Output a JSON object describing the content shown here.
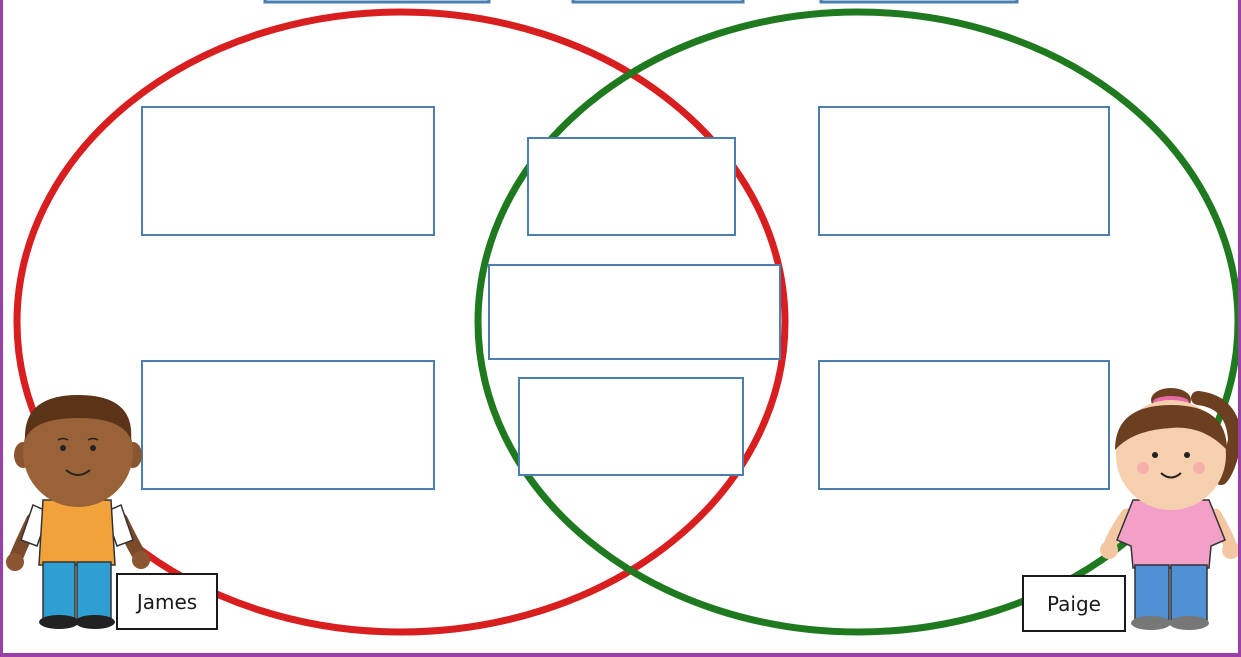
{
  "diagram": {
    "left_set": {
      "name": "James",
      "color": "#d81e1e"
    },
    "right_set": {
      "name": "Paige",
      "color": "#1f7a1f"
    },
    "box_border_color": "#4a7fb0",
    "left_boxes": 2,
    "middle_boxes": 3,
    "right_boxes": 2,
    "top_header_boxes": 3
  },
  "people": {
    "boy": {
      "icon": "boy-character-icon"
    },
    "girl": {
      "icon": "girl-character-icon"
    }
  }
}
